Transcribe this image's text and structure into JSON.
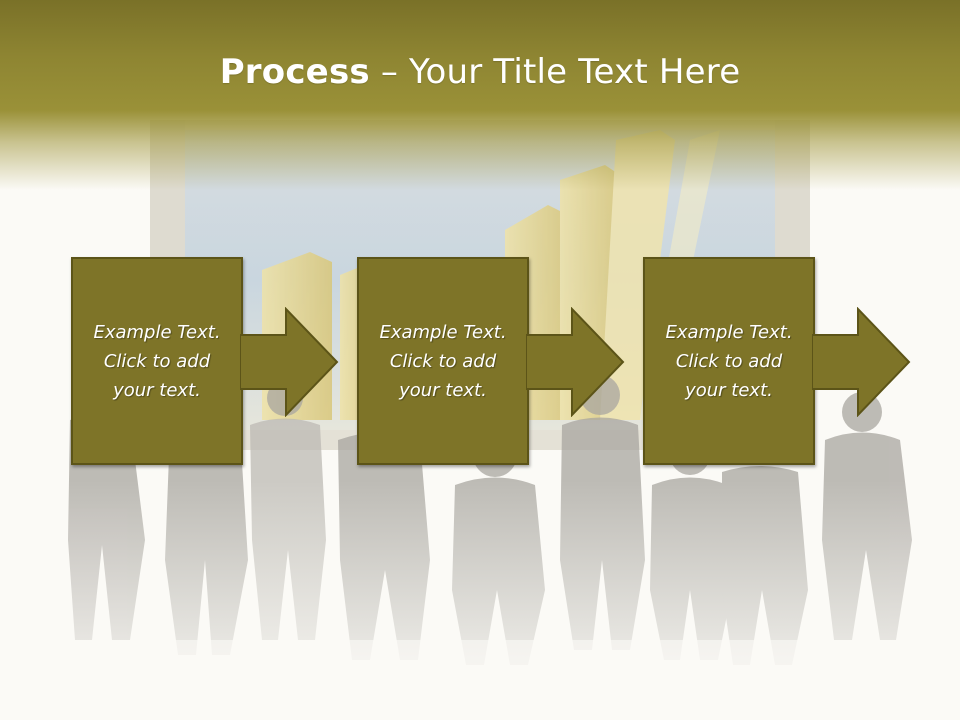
{
  "slide": {
    "title_strong": "Process",
    "title_rest": " – Your Title Text Here"
  },
  "steps": [
    {
      "text": "Example Text.\nClick  to add\nyour text."
    },
    {
      "text": "Example Text.\nClick  to add\nyour text."
    },
    {
      "text": "Example Text.\nClick  to add\nyour text."
    }
  ],
  "colors": {
    "header": "#8e8532",
    "box_fill": "#7e7428",
    "box_border": "#5c5418",
    "text": "#ffffff"
  }
}
